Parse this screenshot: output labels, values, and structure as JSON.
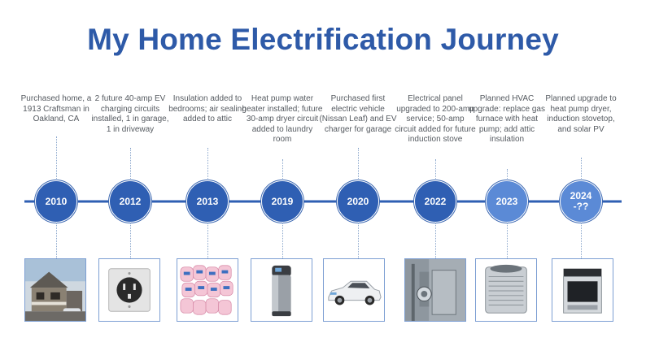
{
  "title": "My Home Electrification Journey",
  "colors": {
    "title": "#2e5aa8",
    "line": "#2f5fb3",
    "node_dark": "#2f5fb3",
    "node_light": "#5b8ad6"
  },
  "milestones": [
    {
      "year": "2010",
      "description": "Purchased home, a 1913 Craftsman in Oakland, CA",
      "image_icon": "house-photo",
      "node_color": "#2f5fb3"
    },
    {
      "year": "2012",
      "description": "2 future 40-amp EV charging circuits installed, 1 in garage, 1 in driveway",
      "image_icon": "outlet-photo",
      "node_color": "#2f5fb3"
    },
    {
      "year": "2013",
      "description": "Insulation added to bedrooms; air sealing added to attic",
      "image_icon": "insulation-photo",
      "node_color": "#2f5fb3"
    },
    {
      "year": "2019",
      "description": "Heat pump water heater installed;  future 30-amp dryer circuit added to laundry room",
      "image_icon": "water-heater-photo",
      "node_color": "#2f5fb3"
    },
    {
      "year": "2020",
      "description": "Purchased first electric vehicle (Nissan Leaf) and EV charger for garage",
      "image_icon": "car-photo",
      "node_color": "#2f5fb3"
    },
    {
      "year": "2022",
      "description": "Electrical panel upgraded to 200-amp service; 50-amp circuit added for future induction stove",
      "image_icon": "electric-panel-photo",
      "node_color": "#2f5fb3"
    },
    {
      "year": "2023",
      "description": "Planned HVAC upgrade: replace gas furnace with heat pump; add attic insulation",
      "image_icon": "heat-pump-photo",
      "node_color": "#5b8ad6"
    },
    {
      "year": "2024\n-??",
      "description": "Planned upgrade to heat pump dryer, induction stovetop, and solar PV",
      "image_icon": "stove-photo",
      "node_color": "#5b8ad6"
    }
  ]
}
